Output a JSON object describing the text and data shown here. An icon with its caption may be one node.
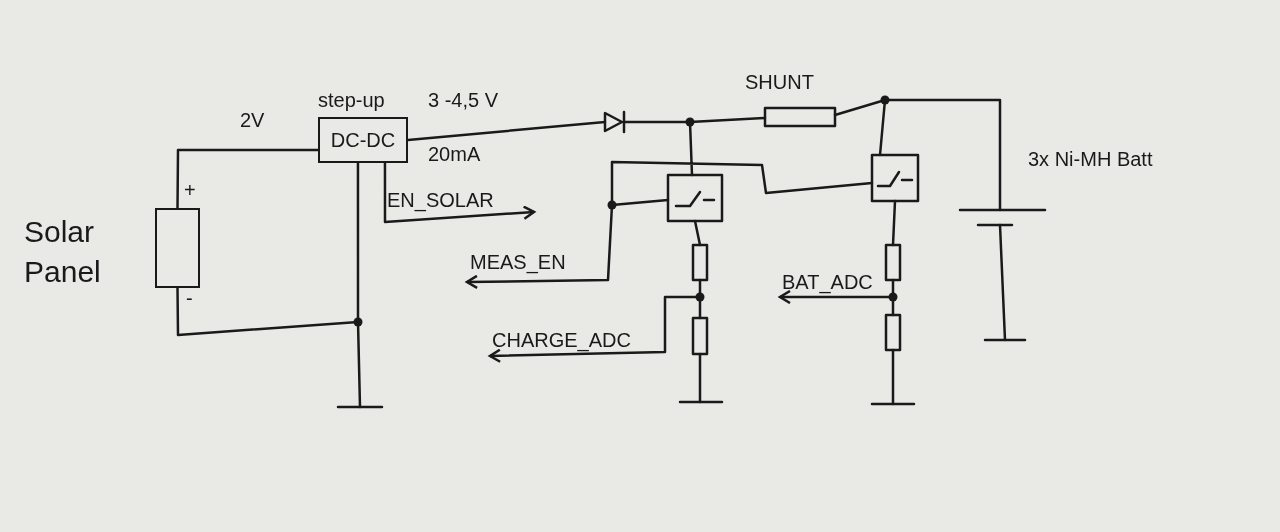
{
  "diagram": {
    "nodes": [
      {
        "text": [],
        "shape": "box",
        "beside": [
          "Solar Panel"
        ]
      },
      {
        "text": [
          "DC-DC"
        ],
        "beside": [
          "step-up"
        ]
      },
      {
        "text": [
          "EN_SOLAR"
        ]
      },
      {
        "text": [
          "MEAS_EN"
        ]
      },
      {
        "text": [
          "CHARGE_ADC"
        ]
      },
      {
        "text": [
          "BAT_ADC"
        ]
      }
    ],
    "edges": [
      {
        "from": 0,
        "to": 1,
        "arrow": "none",
        "label": "2V"
      },
      {
        "from": 0,
        "to": 1,
        "arrow": "none"
      },
      {
        "from": 1,
        "to": 2,
        "arrow": "to"
      },
      {
        "from": null,
        "to": 3,
        "arrow": "to"
      },
      {
        "from": null,
        "to": 4,
        "arrow": "to"
      },
      {
        "from": null,
        "to": 5,
        "arrow": "to"
      }
    ],
    "labels": [
      "+",
      "-",
      "3 -4,5 V",
      "20mA",
      "SHUNT",
      "3x Ni-MH Batt"
    ]
  }
}
